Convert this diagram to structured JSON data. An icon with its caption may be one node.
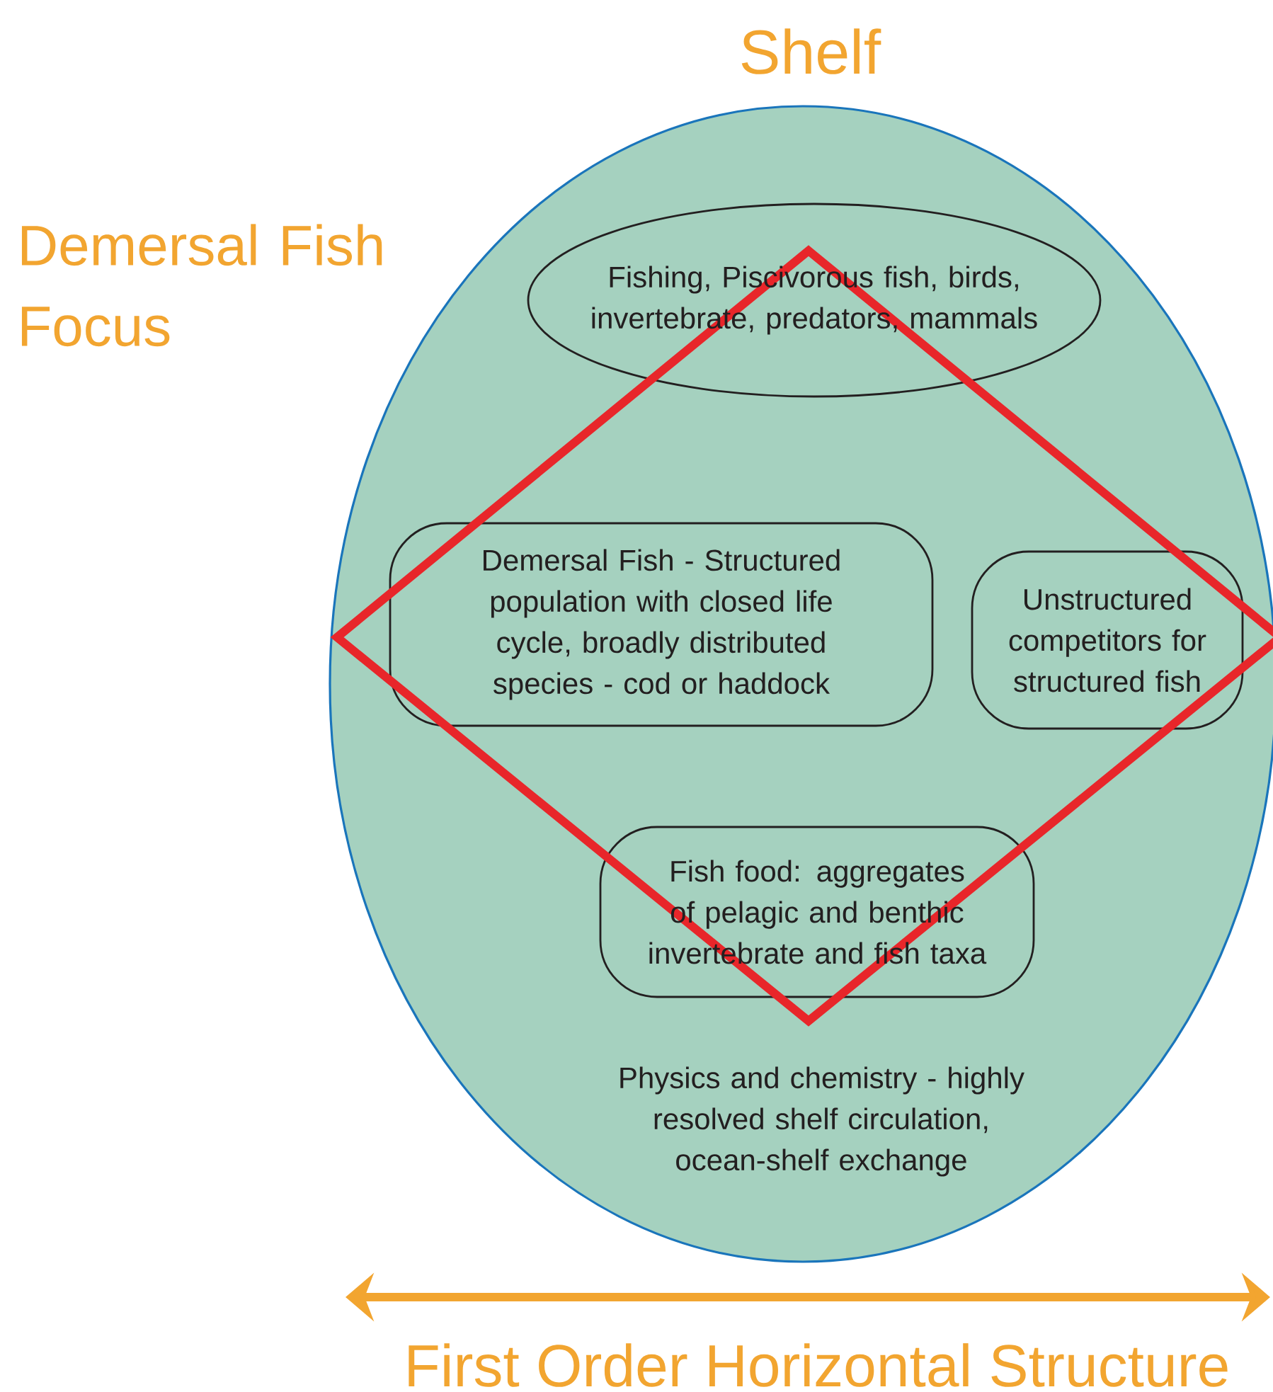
{
  "diagram": {
    "nodes": [
      {
        "text": [
          "Shelf",
          "Physics and chemistry - highly resolved shelf circulation, ocean-shelf exchange"
        ]
      },
      {
        "text": [
          "Fishing, Piscivorous fish, birds, invertebrate, predators, mammals"
        ],
        "in": 0
      },
      {
        "text": [
          "Demersal Fish - Structured population with closed life cycle, broadly distributed species - cod or haddock"
        ],
        "in": 0
      },
      {
        "text": [
          "Unstructured competitors for structured fish"
        ],
        "in": 0
      },
      {
        "text": [
          "Fish food: aggregates of pelagic and benthic invertebrate and fish taxa"
        ],
        "in": 0
      }
    ],
    "labels": [
      "Demersal Fish Focus",
      "First Order Horizontal Structure"
    ]
  }
}
